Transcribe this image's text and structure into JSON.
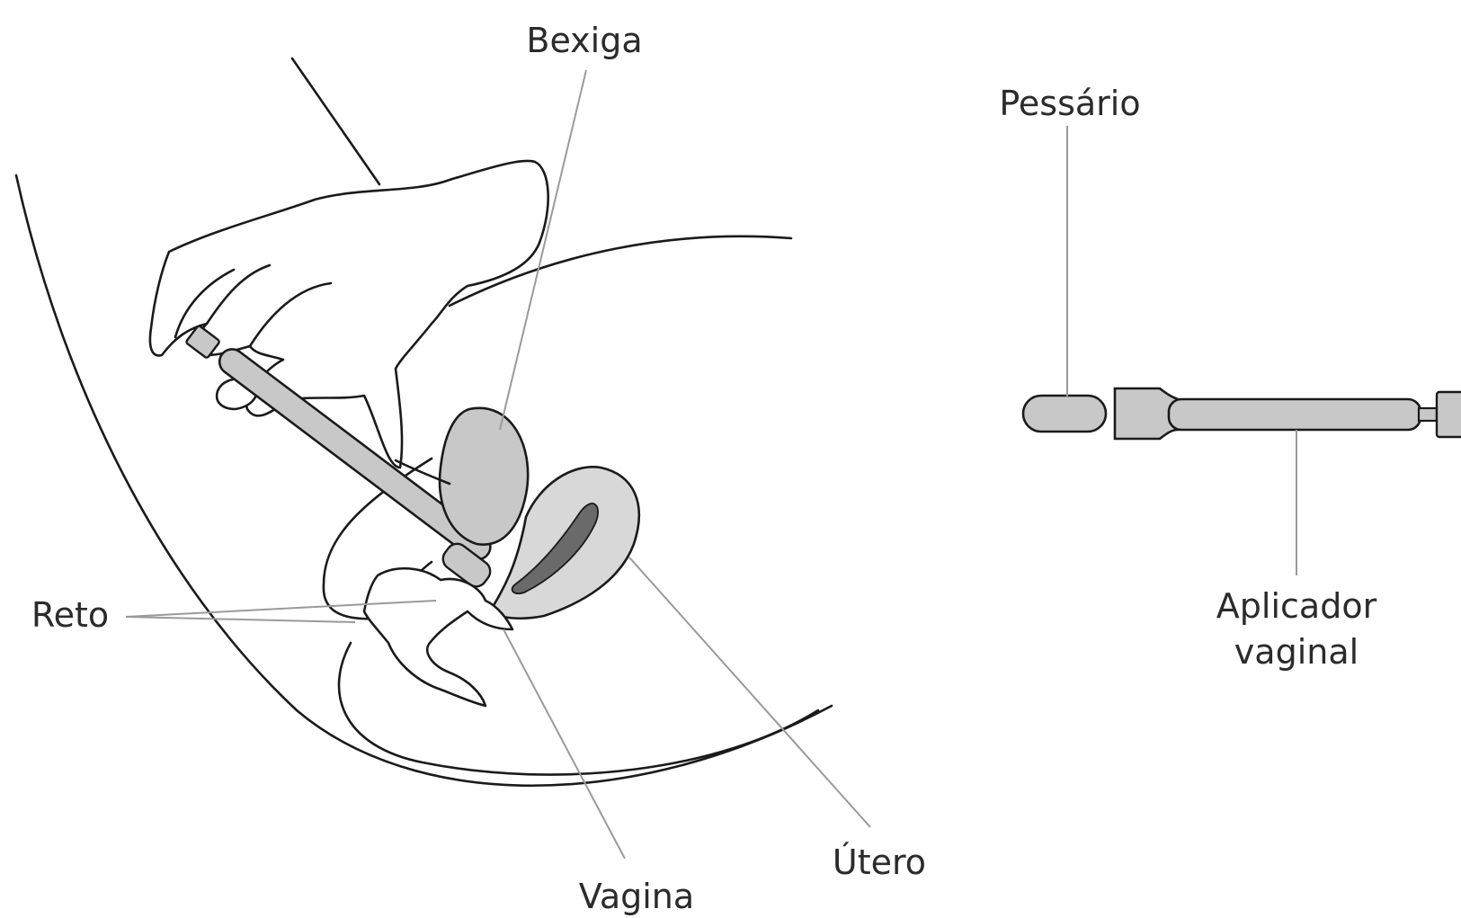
{
  "labels": {
    "bladder": "Bexiga",
    "rectum": "Reto",
    "vagina": "Vagina",
    "uterus": "Útero",
    "pessary": "Pessário",
    "applicator_line1": "Aplicador",
    "applicator_line2": "vaginal"
  },
  "colors": {
    "organ_fill": "#c8c8c8",
    "uterus_fill": "#d8d8d8",
    "uterus_cavity": "#6a6a6a",
    "device_fill": "#bdbdbd",
    "outline": "#1a1a1a",
    "leader": "#9a9a9a"
  }
}
